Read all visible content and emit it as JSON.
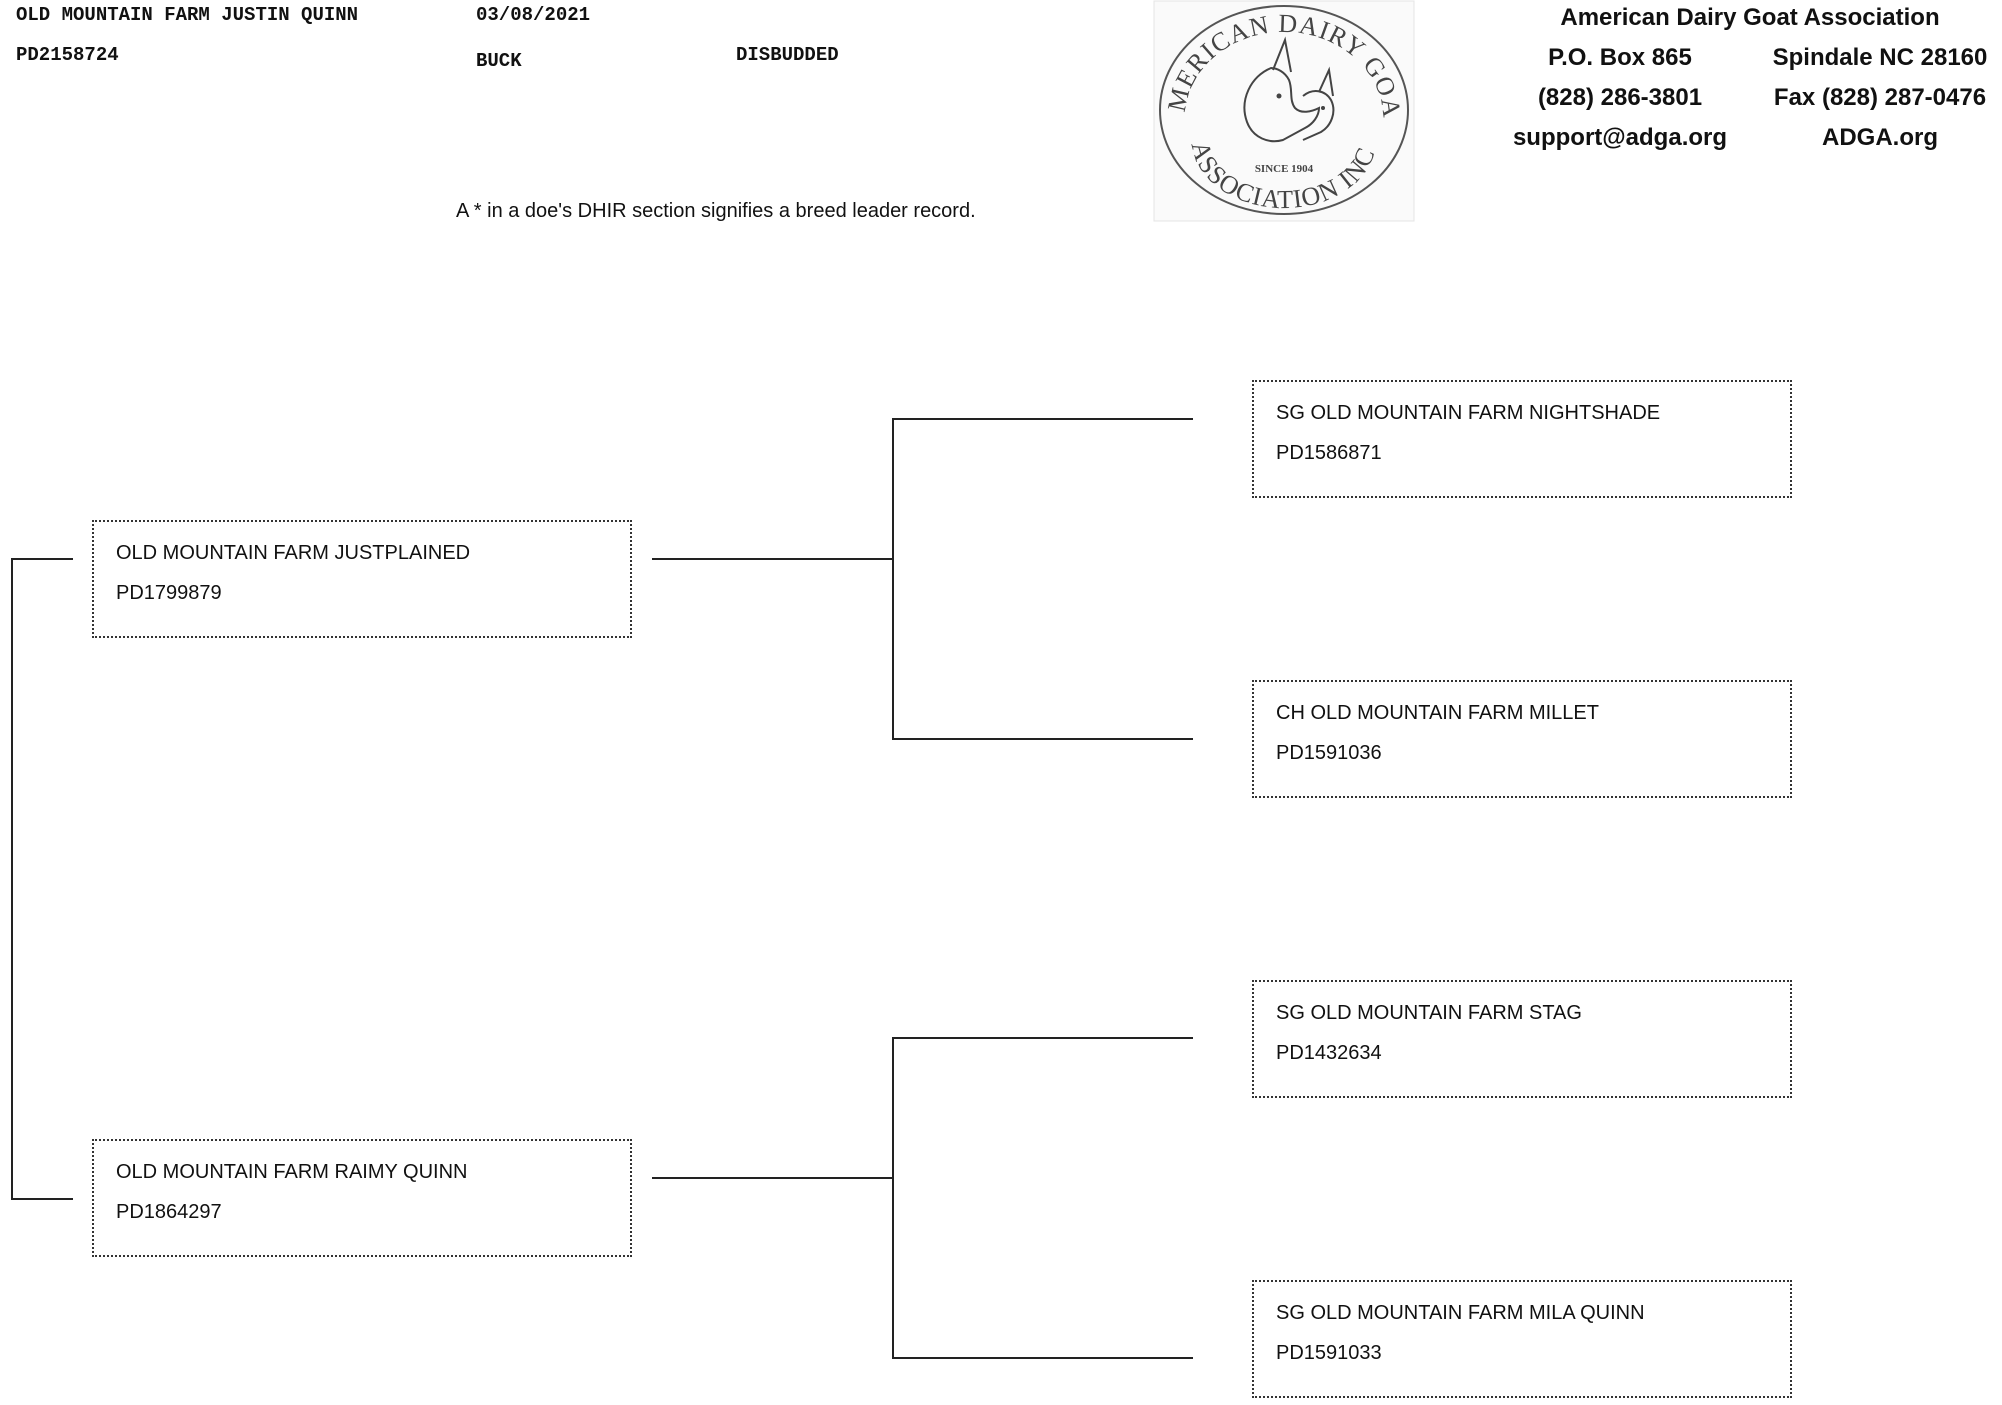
{
  "header": {
    "animal_name": "OLD MOUNTAIN FARM JUSTIN QUINN",
    "animal_reg": "PD2158724",
    "birth_date": "03/08/2021",
    "sex": "BUCK",
    "horn_status": "DISBUDDED"
  },
  "association": {
    "name": "American Dairy Goat Association",
    "po_box": "P.O. Box 865",
    "city": "Spindale NC 28160",
    "phone": "(828) 286-3801",
    "fax": "Fax (828) 287-0476",
    "email": "support@adga.org",
    "website": "ADGA.org",
    "logo": {
      "top_text": "AMERICAN DAIRY GOAT",
      "bottom_text": "ASSOCIATION INC.",
      "since": "SINCE 1904"
    }
  },
  "note": "A * in a doe's DHIR section signifies a breed leader record.",
  "pedigree": {
    "sire": {
      "name": "OLD MOUNTAIN FARM JUSTPLAINED",
      "reg": "PD1799879"
    },
    "dam": {
      "name": "OLD MOUNTAIN FARM RAIMY QUINN",
      "reg": "PD1864297"
    },
    "sire_sire": {
      "name": "SG OLD MOUNTAIN FARM NIGHTSHADE",
      "reg": "PD1586871"
    },
    "sire_dam": {
      "name": "CH OLD MOUNTAIN FARM MILLET",
      "reg": "PD1591036"
    },
    "dam_sire": {
      "name": "SG OLD MOUNTAIN FARM STAG",
      "reg": "PD1432634"
    },
    "dam_dam": {
      "name": "SG OLD MOUNTAIN FARM MILA QUINN",
      "reg": "PD1591033"
    }
  }
}
